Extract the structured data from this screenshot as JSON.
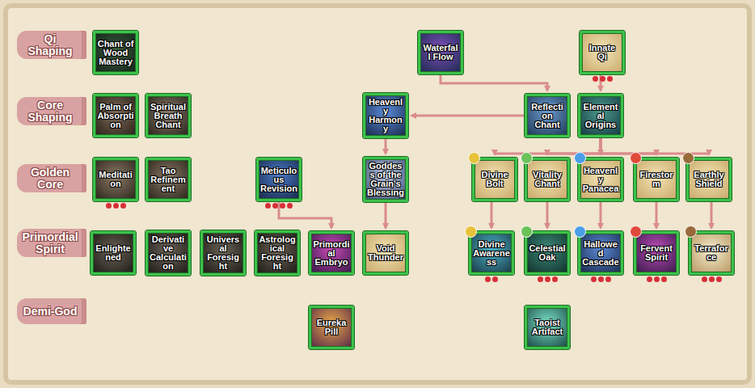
{
  "diagram": {
    "nodes": [
      {
        "text": [
          "Qi Shaping"
        ]
      },
      {
        "text": [
          "Chant of Wood Mastery"
        ]
      },
      {
        "text": [
          "Waterfall Flow"
        ]
      },
      {
        "text": [
          "Innate Qi"
        ]
      },
      {
        "text": [
          "Core Shaping"
        ]
      },
      {
        "text": [
          "Palm of Absorption"
        ]
      },
      {
        "text": [
          "Spiritual Breath Chant"
        ]
      },
      {
        "text": [
          "Heavenly Harmony"
        ]
      },
      {
        "text": [
          "Reflection Chant"
        ]
      },
      {
        "text": [
          "Elemental Origins"
        ]
      },
      {
        "text": [
          "Golden Core"
        ]
      },
      {
        "text": [
          "Meditation"
        ]
      },
      {
        "text": [
          "Tao Refinement"
        ]
      },
      {
        "text": [
          "Meticulous Revision"
        ]
      },
      {
        "text": [
          "Goddess of the Grain's Blessing"
        ]
      },
      {
        "text": [
          "Divine Bolt"
        ]
      },
      {
        "text": [
          "Vitality Chant"
        ]
      },
      {
        "text": [
          "Heavenly Panacea"
        ]
      },
      {
        "text": [
          "Firestorm"
        ]
      },
      {
        "text": [
          "Earthly Shield"
        ]
      },
      {
        "text": [
          "Primordial Spirit"
        ]
      },
      {
        "text": [
          "Enlightened"
        ]
      },
      {
        "text": [
          "Derivative Calculation"
        ]
      },
      {
        "text": [
          "Universal Foresight"
        ]
      },
      {
        "text": [
          "Astrological Foresight"
        ]
      },
      {
        "text": [
          "Primordial Embryo"
        ]
      },
      {
        "text": [
          "Void Thunder"
        ]
      },
      {
        "text": [
          "Divine Awareness"
        ]
      },
      {
        "text": [
          "Celestial Oak"
        ]
      },
      {
        "text": [
          "Hallowed Cascade"
        ]
      },
      {
        "text": [
          "Fervent Spirit"
        ]
      },
      {
        "text": [
          "Terraforce"
        ]
      },
      {
        "text": [
          "Demi-God"
        ]
      },
      {
        "text": [
          "Eureka Pill"
        ]
      },
      {
        "text": [
          "Taoist Artifact"
        ]
      }
    ],
    "edges": [
      {
        "from": 2,
        "to": 8,
        "arrow": "to"
      },
      {
        "from": 3,
        "to": 9,
        "arrow": "to"
      },
      {
        "from": 8,
        "to": 7,
        "arrow": "to"
      },
      {
        "from": 7,
        "to": 14,
        "arrow": "to"
      },
      {
        "from": 14,
        "to": 26,
        "arrow": "to"
      },
      {
        "from": 13,
        "to": 25,
        "arrow": "to"
      },
      {
        "from": 9,
        "to": 15,
        "arrow": "to"
      },
      {
        "from": 9,
        "to": 16,
        "arrow": "to"
      },
      {
        "from": 9,
        "to": 17,
        "arrow": "to"
      },
      {
        "from": 9,
        "to": 18,
        "arrow": "to"
      },
      {
        "from": 9,
        "to": 19,
        "arrow": "to"
      },
      {
        "from": 15,
        "to": 27,
        "arrow": "to"
      },
      {
        "from": 16,
        "to": 28,
        "arrow": "to"
      },
      {
        "from": 17,
        "to": 29,
        "arrow": "to"
      },
      {
        "from": 18,
        "to": 30,
        "arrow": "to"
      },
      {
        "from": 19,
        "to": 31,
        "arrow": "to"
      }
    ]
  }
}
